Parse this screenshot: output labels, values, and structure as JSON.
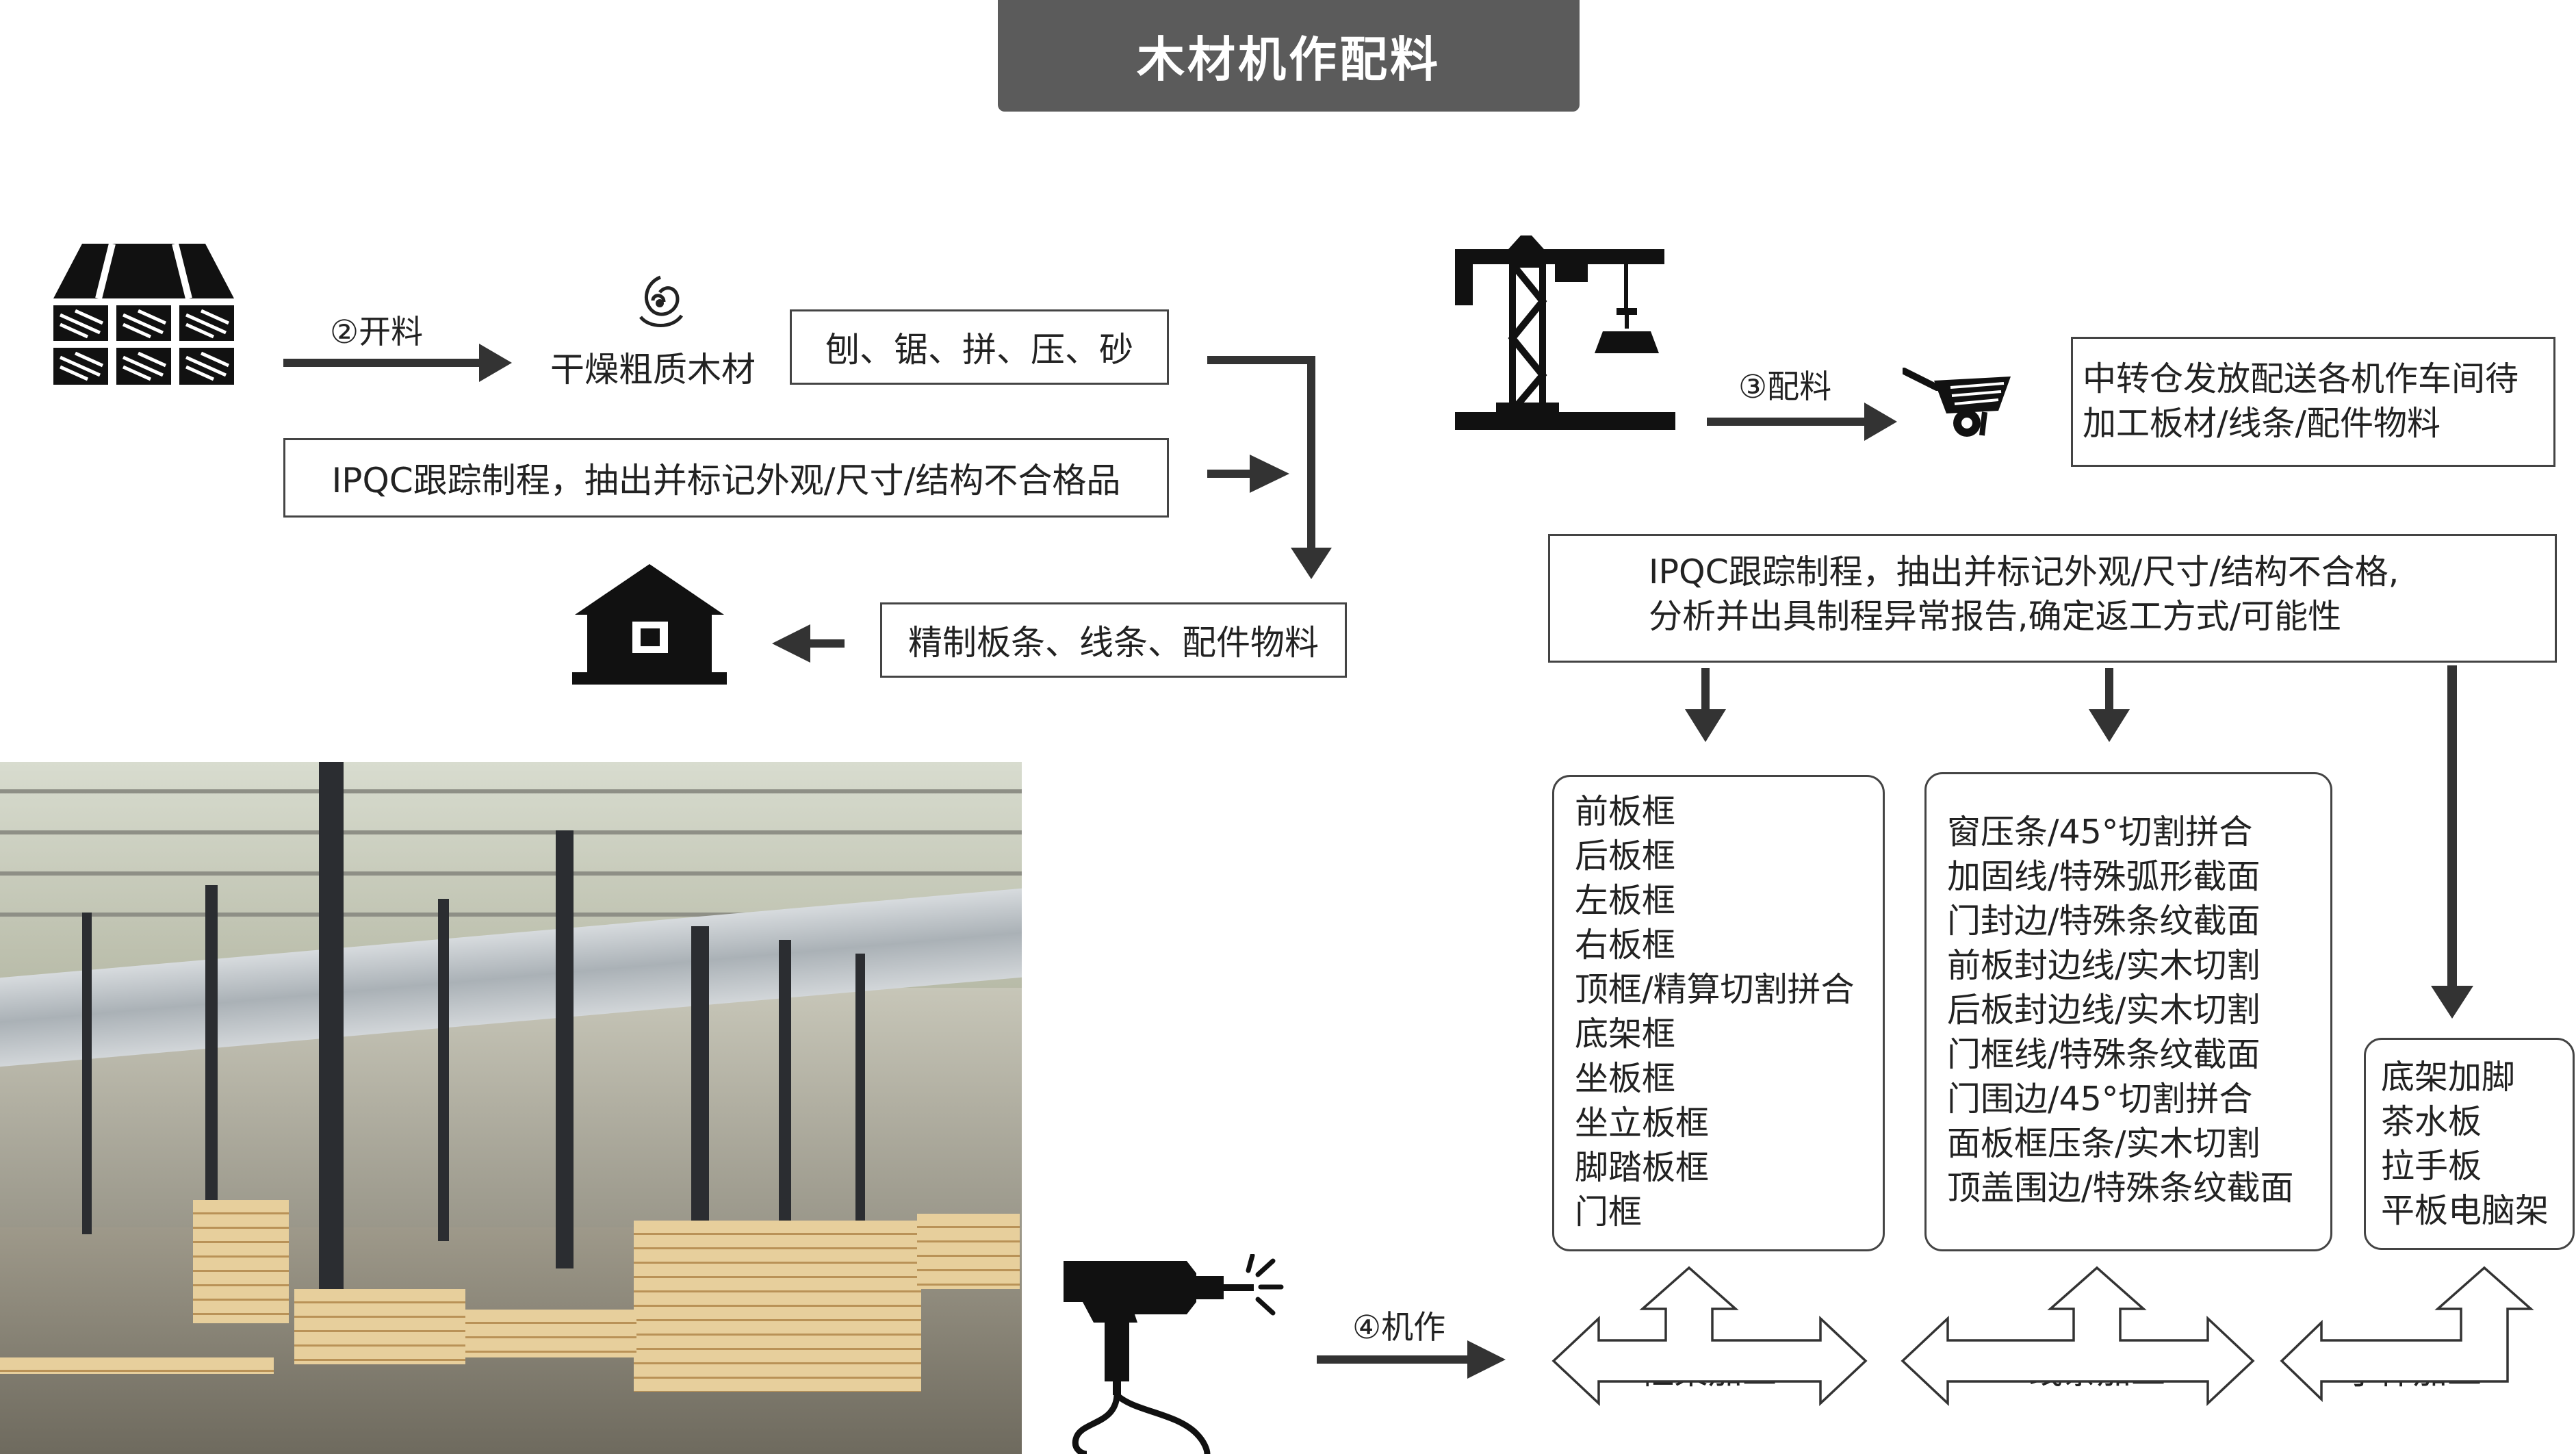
{
  "title": "木材机作配料",
  "step1": {
    "label": "②开料",
    "material": "干燥粗质木材",
    "process": "刨、锯、拼、压、砂",
    "ipqc": "IPQC跟踪制程，抽出并标记外观/尺寸/结构不合格品",
    "output": "精制板条、线条、配件物料"
  },
  "step2": {
    "label": "③配料",
    "distribution_line1": "中转仓发放配送各机作车间待",
    "distribution_line2": "加工板材/线条/配件物料",
    "ipqc_line1": "IPQC跟踪制程，抽出并标记外观/尺寸/结构不合格,",
    "ipqc_line2": "分析并出具制程异常报告,确定返工方式/可能性"
  },
  "step3": {
    "label": "④机作",
    "frame": {
      "items": [
        "前板框",
        "后板框",
        "左板框",
        "右板框",
        "顶框/精算切割拼合",
        "底架框",
        "坐板框",
        "坐立板框",
        "脚踏板框",
        "门框"
      ],
      "process": "框架加工"
    },
    "line": {
      "items": [
        "窗压条/45°切割拼合",
        "加固线/特殊弧形截面",
        "门封边/特殊条纹截面",
        "前板封边线/实木切割",
        "后板封边线/实木切割",
        "门框线/特殊条纹截面",
        "门围边/45°切割拼合",
        "面板框压条/实木切割",
        "顶盖围边/特殊条纹截面"
      ],
      "process": "线条加工"
    },
    "small": {
      "items": [
        "底架加脚",
        "茶水板",
        "拉手板",
        "平板电脑架"
      ],
      "process": "小件加工"
    }
  },
  "colors": {
    "title_bg": "#5b5b5b",
    "arrow": "#333333",
    "border": "#444444"
  },
  "icons": [
    "lumber-stack-icon",
    "wood-knot-icon",
    "warehouse-icon",
    "tower-crane-icon",
    "wheelbarrow-icon",
    "drill-icon"
  ]
}
